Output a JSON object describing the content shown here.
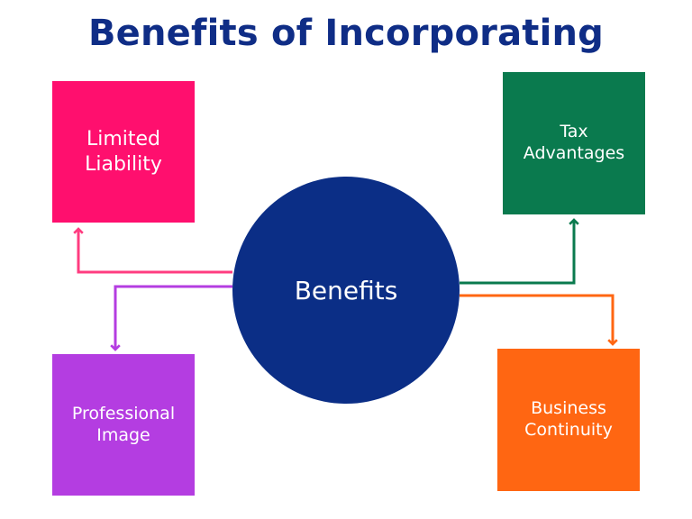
{
  "title": "Benefits of Incorporating",
  "center": {
    "label": "Benefits",
    "color": "#0b2e86"
  },
  "nodes": [
    {
      "id": "limited-liability",
      "label": "Limited\nLiability",
      "color": "#ff0f6e"
    },
    {
      "id": "tax-advantages",
      "label": "Tax\nAdvantages",
      "color": "#0a7a4e"
    },
    {
      "id": "professional-image",
      "label": "Professional\nImage",
      "color": "#b43de1"
    },
    {
      "id": "business-continuity",
      "label": "Business\nContinuity",
      "color": "#ff6612"
    }
  ]
}
